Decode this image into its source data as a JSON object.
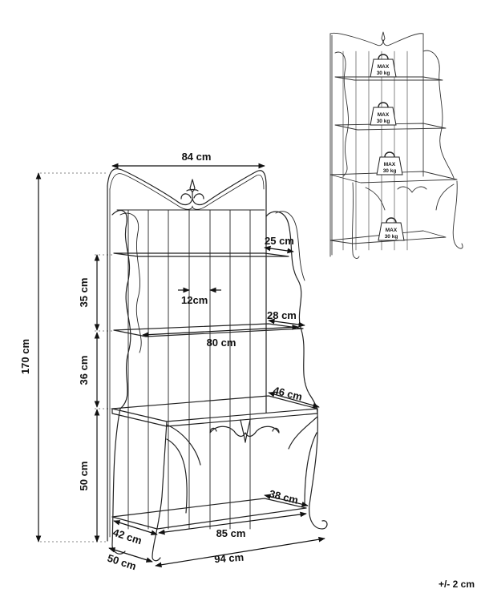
{
  "main_drawing": {
    "dimensions": {
      "width_top": "84 cm",
      "total_height": "170 cm",
      "height_upper": "35 cm",
      "height_middle": "36 cm",
      "height_lower": "50 cm",
      "depth_top_shelf": "25 cm",
      "bar_spacing": "12cm",
      "depth_second_shelf": "28 cm",
      "width_second_shelf": "80 cm",
      "depth_worktop": "46 cm",
      "depth_bottom_shelf": "38 cm",
      "width_bottom_shelf": "85 cm",
      "depth_side_bottom": "42 cm",
      "depth_base": "50 cm",
      "width_base": "94 cm"
    }
  },
  "load_drawing": {
    "weights": [
      {
        "label": "MAX",
        "value": "30 kg"
      },
      {
        "label": "MAX",
        "value": "30 kg"
      },
      {
        "label": "MAX",
        "value": "30 kg"
      },
      {
        "label": "MAX",
        "value": "30 kg"
      }
    ]
  },
  "tolerance": "+/- 2 cm"
}
